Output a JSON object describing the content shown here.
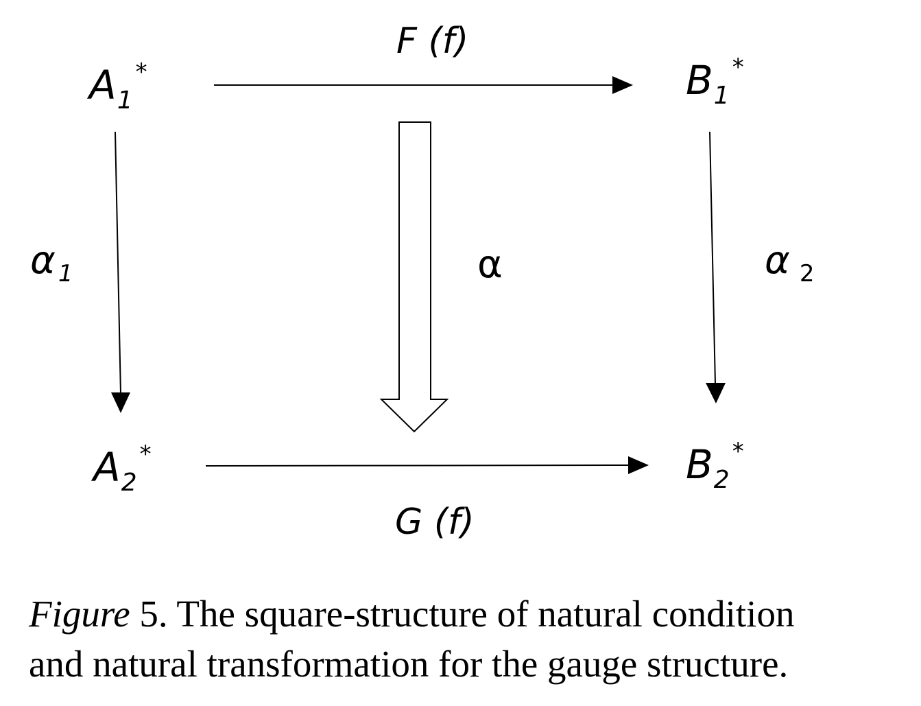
{
  "nodes": {
    "a1": {
      "base": "A",
      "sub": "1",
      "sup": "*"
    },
    "b1": {
      "base": "B",
      "sub": "1",
      "sup": "*"
    },
    "a2": {
      "base": "A",
      "sub": "2",
      "sup": "*"
    },
    "b2": {
      "base": "B",
      "sub": "2",
      "sup": "*"
    }
  },
  "edges": {
    "top": "F (f)",
    "bottom": "G (f)",
    "left": {
      "symbol": "α",
      "sub": "1"
    },
    "center": "α",
    "right": {
      "symbol": "α",
      "sub": "2"
    }
  },
  "caption": {
    "figure_word": "Figure",
    "number_rest": " 5. The square-structure of natural condition",
    "line2": "and natural transformation for the gauge structure."
  }
}
